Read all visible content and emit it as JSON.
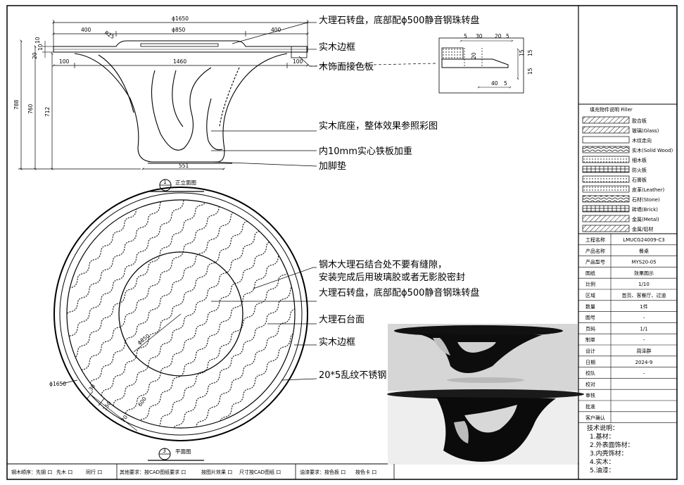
{
  "elevation": {
    "title": "正立面图",
    "number": "1",
    "dims": {
      "overall": "ϕ1650",
      "glass": "ϕ850",
      "left_overhang": "400",
      "right_overhang": "400",
      "base_span": "1460",
      "left_inset": "100",
      "right_inset": "100",
      "base_width": "551",
      "total_height": "788",
      "table_height": "760",
      "base_height": "712",
      "top_thk": "20",
      "small_a": "10",
      "small_b": "10",
      "small_c": "R25"
    },
    "notes": [
      "大理石转盘，底部配ϕ500静音钢珠转盘",
      "实木边框",
      "木饰面接色板",
      "实木底座，整体效果参照彩图",
      "内10mm实心铁板加重",
      "加脚垫"
    ]
  },
  "detail": {
    "dims": [
      "5",
      "30",
      "20",
      "5",
      "15",
      "20",
      "15",
      "15",
      "40",
      "5"
    ]
  },
  "plan": {
    "title": "平面图",
    "number": "3",
    "dims": {
      "outer": "ϕ1650",
      "inner": "ϕ850",
      "band": "30",
      "edge": "150",
      "b2": "20",
      "b3": "600"
    },
    "notes": [
      "钢木大理石结合处不要有缝隙，",
      "安装完成后用玻璃胶或者无影胶密封",
      "大理石转盘，底部配ϕ500静音钢珠转盘",
      "大理石台面",
      "实木边框",
      "20*5乱纹不锈钢"
    ]
  },
  "legend": {
    "title": "填充物件说明  Filler",
    "items": [
      "胶合板",
      "玻璃(Glass)",
      "木纹走向",
      "实木(Solid Wood)",
      "细木板",
      "防火板",
      "石膏板",
      "皮革(Leather)",
      "石材(Stone)",
      "砖墙(Brick)",
      "金属(Metal)",
      "金属/铝材"
    ]
  },
  "titleblock": {
    "rows": [
      {
        "label": "工程名称",
        "value": "LMUCG24009-C3"
      },
      {
        "label": "产品名称",
        "value": "餐桌"
      },
      {
        "label": "产品型号",
        "value": "MYS20-05"
      },
      {
        "label": "图纸",
        "value": "效果图示"
      },
      {
        "label": "比例",
        "value": "1/10"
      },
      {
        "label": "区域",
        "value": "首页、客餐厅、过道"
      },
      {
        "label": "数量",
        "value": "1件"
      },
      {
        "label": "图号",
        "value": "-"
      },
      {
        "label": "页码",
        "value": "1/1"
      },
      {
        "label": "制单",
        "value": "-"
      },
      {
        "label": "设计",
        "value": "周泽群"
      },
      {
        "label": "日期",
        "value": "2024-9"
      },
      {
        "label": "校队",
        "value": "-"
      },
      {
        "label": "校对",
        "value": ""
      },
      {
        "label": "审核",
        "value": ""
      },
      {
        "label": "批准",
        "value": ""
      },
      {
        "label": "客户确认",
        "value": ""
      }
    ],
    "tech_title": "技术说明：",
    "tech_items": [
      "1.基材：",
      "2.外表面饰材：",
      "3.内壳饰材：",
      "4.实木：",
      "5.油漆："
    ]
  },
  "bottom_bar": {
    "items": [
      "钢木顺序：先钢 口",
      "先木 口",
      "同行 口",
      "其他要求：按CAD图纸要求 口",
      "按图片效果 口",
      "尺寸按CAD图纸 口",
      "油漆要求：按色板 口",
      "按色卡 口"
    ]
  },
  "colors": {
    "ink": "#000000",
    "paper": "#ffffff",
    "photo_bg": "#e4e4e4",
    "base_black": "#0d0d0d"
  }
}
